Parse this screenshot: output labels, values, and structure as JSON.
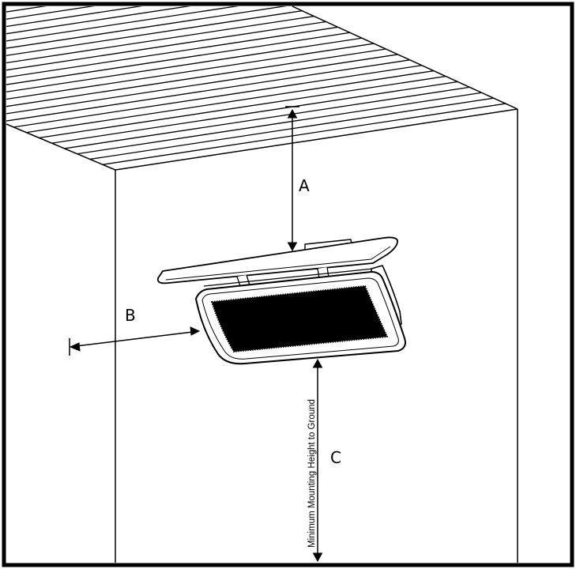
{
  "diagram": {
    "labels": {
      "a": "A",
      "b": "B",
      "c": "C",
      "min_height": "Minimum Mounting Height to Ground"
    },
    "colors": {
      "stroke": "#000000",
      "background": "#ffffff",
      "grille": "#000000"
    }
  }
}
